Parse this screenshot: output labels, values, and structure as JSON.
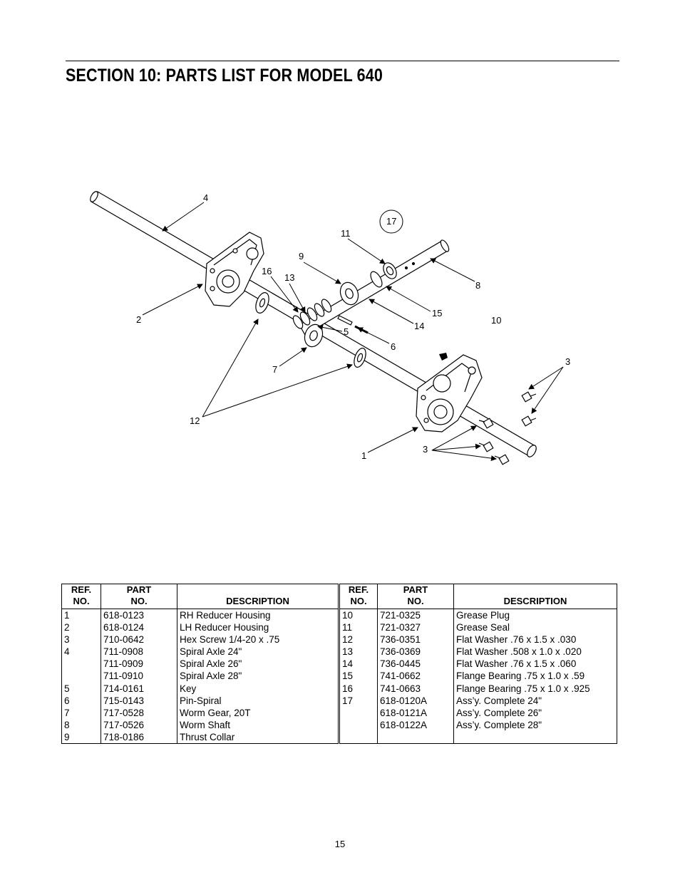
{
  "header": {
    "title": "SECTION 10:  PARTS LIST FOR MODEL 640"
  },
  "diagram": {
    "callouts": [
      "4",
      "17",
      "11",
      "9",
      "16",
      "13",
      "8",
      "2",
      "15",
      "14",
      "10",
      "5",
      "6",
      "3",
      "7",
      "12",
      "1",
      "3"
    ]
  },
  "parts_table": {
    "headers": {
      "ref_line1": "REF.",
      "ref_line2": "NO.",
      "part_line1": "PART",
      "part_line2": "NO.",
      "description": "DESCRIPTION"
    },
    "left_rows": [
      {
        "ref": "1",
        "part": "618-0123",
        "desc": "RH Reducer Housing"
      },
      {
        "ref": "2",
        "part": "618-0124",
        "desc": "LH Reducer Housing"
      },
      {
        "ref": "3",
        "part": "710-0642",
        "desc": "Hex Screw 1/4-20 x .75"
      },
      {
        "ref": "4",
        "part": "711-0908",
        "desc": "Spiral Axle 24\""
      },
      {
        "ref": "",
        "part": "711-0909",
        "desc": "Spiral Axle 26\""
      },
      {
        "ref": "",
        "part": "711-0910",
        "desc": "Spiral Axle 28\""
      },
      {
        "ref": "5",
        "part": "714-0161",
        "desc": "Key"
      },
      {
        "ref": "6",
        "part": "715-0143",
        "desc": "Pin-Spiral"
      },
      {
        "ref": "7",
        "part": "717-0528",
        "desc": "Worm Gear, 20T"
      },
      {
        "ref": "8",
        "part": "717-0526",
        "desc": "Worm Shaft"
      },
      {
        "ref": "9",
        "part": "718-0186",
        "desc": "Thrust Collar"
      }
    ],
    "right_rows": [
      {
        "ref": "10",
        "part": "721-0325",
        "desc": "Grease Plug"
      },
      {
        "ref": "11",
        "part": "721-0327",
        "desc": "Grease Seal"
      },
      {
        "ref": "12",
        "part": "736-0351",
        "desc": "Flat Washer .76 x 1.5 x .030"
      },
      {
        "ref": "13",
        "part": "736-0369",
        "desc": "Flat Washer .508 x 1.0 x .020"
      },
      {
        "ref": "14",
        "part": "736-0445",
        "desc": "Flat Washer .76 x 1.5 x .060"
      },
      {
        "ref": "15",
        "part": "741-0662",
        "desc": "Flange Bearing .75 x 1.0 x .59"
      },
      {
        "ref": "16",
        "part": "741-0663",
        "desc": "Flange Bearing .75 x 1.0 x .925"
      },
      {
        "ref": "17",
        "part": "618-0120A",
        "desc": "Ass’y. Complete 24\""
      },
      {
        "ref": "",
        "part": "618-0121A",
        "desc": "Ass’y. Complete 26\""
      },
      {
        "ref": "",
        "part": "618-0122A",
        "desc": "Ass’y. Complete 28\""
      },
      {
        "ref": "",
        "part": "",
        "desc": ""
      }
    ]
  },
  "footer": {
    "page_number": "15"
  }
}
